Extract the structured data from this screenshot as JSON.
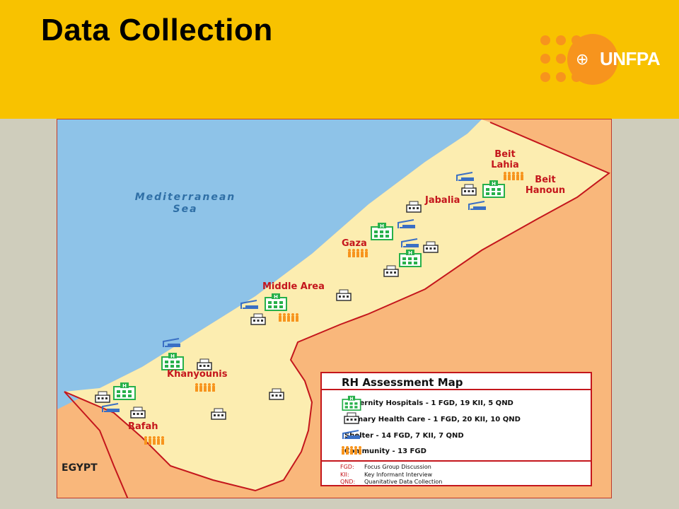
{
  "slide": {
    "title": "Data Collection",
    "logo_text": "UNFPA"
  },
  "map": {
    "sea_label_line1": "Mediterranean",
    "sea_label_line2": "Sea",
    "egypt_label": "EGYPT",
    "places": {
      "beit_lahia_1": "Beit",
      "beit_lahia_2": "Lahia",
      "beit_hanoun_1": "Beit",
      "beit_hanoun_2": "Hanoun",
      "jabalia": "Jabalia",
      "gaza": "Gaza",
      "middle_area": "Middle Area",
      "khanyounis": "Khanyounis",
      "rafah": "Rafah"
    },
    "colors": {
      "sea": "#8ec3e8",
      "land": "#fcedb0",
      "egypt_israel": "#f9b77b",
      "border": "#c4161c",
      "hospital": "#27b04a",
      "phc": "#333333",
      "shelter": "#3a6fc4",
      "community": "#f7941d"
    }
  },
  "legend": {
    "title": "RH Assessment Map",
    "items": [
      {
        "icon": "hospital-icon",
        "label": "Maternity Hospitals - 1 FGD, 19 KII, 5 QND"
      },
      {
        "icon": "phc-building-icon",
        "label": "Primary Health Care - 1 FGD, 20 KII, 10 QND"
      },
      {
        "icon": "shelter-icon",
        "label": "Shelter - 14 FGD, 7 KII, 7 QND"
      },
      {
        "icon": "community-people-icon",
        "label": "Community - 13 FGD"
      }
    ],
    "abbreviations": [
      {
        "abbr": "FGD:",
        "meaning": "Focus Group Discussion"
      },
      {
        "abbr": "KII:",
        "meaning": "Key Informant Interview"
      },
      {
        "abbr": "QND:",
        "meaning": "Quanitative Data Collection"
      }
    ]
  }
}
